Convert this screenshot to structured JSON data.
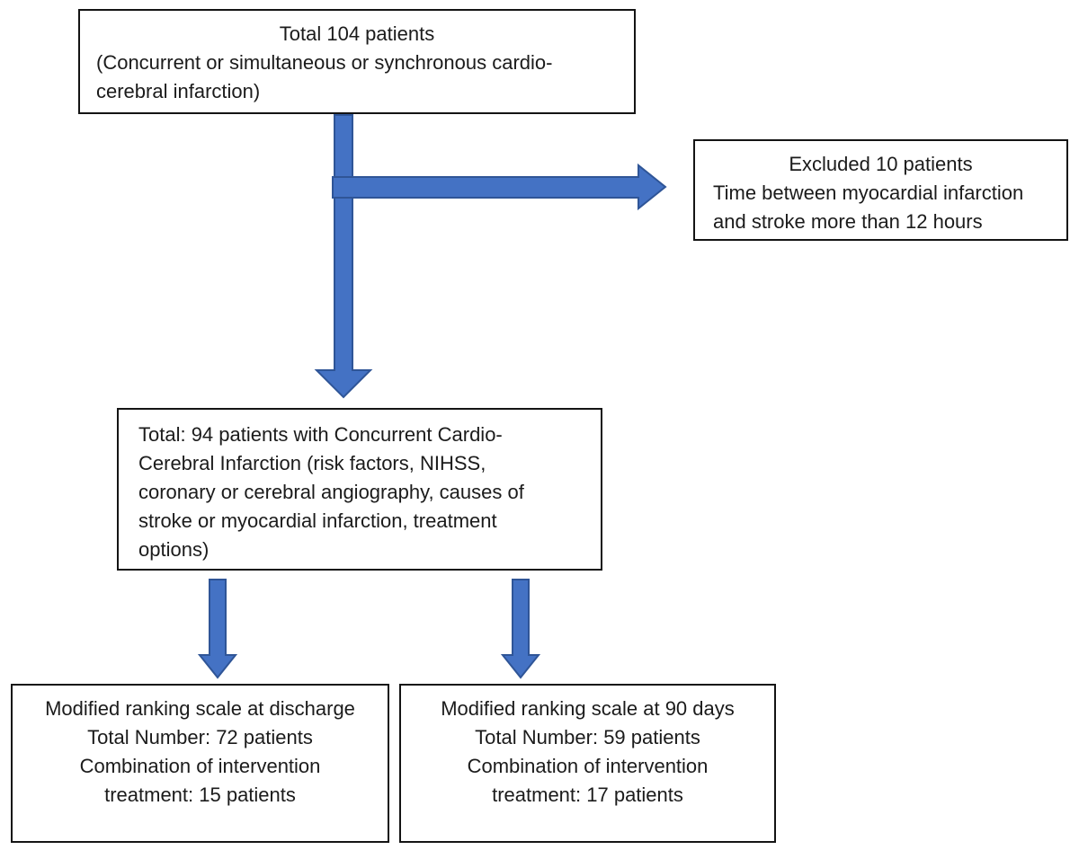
{
  "colors": {
    "arrow_fill": "#4472C4",
    "arrow_stroke": "#2F5597",
    "box_border": "#141414",
    "text": "#1b1b1b",
    "background": "#ffffff"
  },
  "boxes": {
    "total": {
      "title": "Total 104 patients",
      "lines": [
        "(Concurrent or simultaneous or synchronous cardio-",
        "cerebral infarction)"
      ]
    },
    "excluded": {
      "title": "Excluded 10 patients",
      "lines": [
        "Time between myocardial infarction",
        "and stroke more than 12 hours"
      ]
    },
    "cohort": {
      "lines": [
        "Total: 94 patients with Concurrent Cardio-",
        "Cerebral Infarction (risk factors, NIHSS,",
        "coronary or cerebral angiography, causes of",
        "stroke or myocardial infarction, treatment",
        "options)"
      ]
    },
    "discharge": {
      "lines": [
        "Modified ranking scale at discharge",
        "Total Number: 72 patients",
        "Combination of intervention",
        "treatment: 15 patients"
      ]
    },
    "ninety_days": {
      "lines": [
        "Modified ranking scale at 90 days",
        "Total Number: 59 patients",
        "Combination of intervention",
        "treatment: 17 patients"
      ]
    }
  }
}
